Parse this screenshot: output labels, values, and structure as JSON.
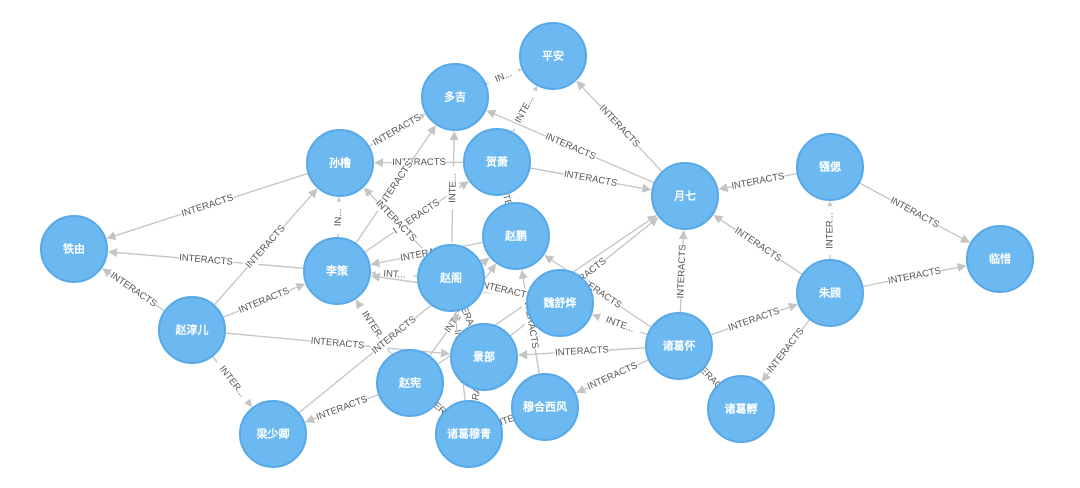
{
  "graph": {
    "node_color": "#6cb9f2",
    "edge_color": "#c4c4c4",
    "nodes": [
      {
        "id": "pingan",
        "label": "平安"
      },
      {
        "id": "duoji",
        "label": "多吉"
      },
      {
        "id": "sunlu",
        "label": "孙橹"
      },
      {
        "id": "hexiao",
        "label": "贺萧"
      },
      {
        "id": "yueqi",
        "label": "月七"
      },
      {
        "id": "qiangji",
        "label": "镪偲"
      },
      {
        "id": "linxi",
        "label": "临惜"
      },
      {
        "id": "tieyou",
        "label": "铁由"
      },
      {
        "id": "zhaopeng",
        "label": "赵鹏"
      },
      {
        "id": "lice",
        "label": "李策"
      },
      {
        "id": "zhaoge",
        "label": "赵阁"
      },
      {
        "id": "zhuyuan",
        "label": "朱顾"
      },
      {
        "id": "weishuye",
        "label": "魏舒烨"
      },
      {
        "id": "zhaoyuer",
        "label": "赵淳儿"
      },
      {
        "id": "jingdu",
        "label": "景部"
      },
      {
        "id": "zhugehuai",
        "label": "诸葛怀"
      },
      {
        "id": "zhaoxian",
        "label": "赵宪"
      },
      {
        "id": "muhexifeng",
        "label": "穆合西风"
      },
      {
        "id": "zhugefu",
        "label": "诸葛孵"
      },
      {
        "id": "liangshaoqing",
        "label": "梁少卿"
      },
      {
        "id": "zhugemuqing",
        "label": "诸葛穆青"
      }
    ],
    "edges": [
      {
        "from": "duoji",
        "to": "pingan",
        "label": "IN..."
      },
      {
        "from": "hexiao",
        "to": "pingan",
        "label": "INTE..."
      },
      {
        "from": "yueqi",
        "to": "pingan",
        "label": "INTERACTS"
      },
      {
        "from": "yueqi",
        "to": "duoji",
        "label": "INTERACTS"
      },
      {
        "from": "sunlu",
        "to": "duoji",
        "label": "INTERACTS"
      },
      {
        "from": "hexiao",
        "to": "sunlu",
        "label": "INTERACTS"
      },
      {
        "from": "hexiao",
        "to": "yueqi",
        "label": "INTERACTS"
      },
      {
        "from": "qiangji",
        "to": "yueqi",
        "label": "INTERACTS"
      },
      {
        "from": "qiangji",
        "to": "linxi",
        "label": "INTERACTS"
      },
      {
        "from": "zhuyuan",
        "to": "qiangji",
        "label": "INTER..."
      },
      {
        "from": "zhuyuan",
        "to": "linxi",
        "label": "INTERACTS"
      },
      {
        "from": "zhuyuan",
        "to": "yueqi",
        "label": "INTERACTS"
      },
      {
        "from": "sunlu",
        "to": "tieyou",
        "label": "INTERACTS"
      },
      {
        "from": "lice",
        "to": "tieyou",
        "label": "INTERACTS"
      },
      {
        "from": "zhaoyuer",
        "to": "tieyou",
        "label": "INTERACTS"
      },
      {
        "from": "zhaoyuer",
        "to": "sunlu",
        "label": "INTERACTS"
      },
      {
        "from": "zhaoyuer",
        "to": "lice",
        "label": "INTERACTS"
      },
      {
        "from": "zhaoyuer",
        "to": "liangshaoqing",
        "label": "INTER..."
      },
      {
        "from": "zhaoyuer",
        "to": "jingdu",
        "label": "INTERACTS"
      },
      {
        "from": "lice",
        "to": "sunlu",
        "label": "IN..."
      },
      {
        "from": "lice",
        "to": "duoji",
        "label": "INTERACTS"
      },
      {
        "from": "lice",
        "to": "hexiao",
        "label": "INTERACTS"
      },
      {
        "from": "zhaoge",
        "to": "lice",
        "label": "INT..."
      },
      {
        "from": "zhaoge",
        "to": "sunlu",
        "label": "INTERACTS"
      },
      {
        "from": "zhaoge",
        "to": "duoji",
        "label": "INTE..."
      },
      {
        "from": "weishuye",
        "to": "lice",
        "label": "INTERACTS"
      },
      {
        "from": "zhugehuai",
        "to": "zhaopeng",
        "label": "INTERACTS"
      },
      {
        "from": "zhugehuai",
        "to": "yueqi",
        "label": "INTERACTS"
      },
      {
        "from": "zhugehuai",
        "to": "zhuyuan",
        "label": "INTERACTS"
      },
      {
        "from": "zhugehuai",
        "to": "zhugefu",
        "label": "INTERACTS"
      },
      {
        "from": "zhugehuai",
        "to": "weishuye",
        "label": "INTE..."
      },
      {
        "from": "zhugehuai",
        "to": "jingdu",
        "label": "INTERACTS"
      },
      {
        "from": "zhugehuai",
        "to": "muhexifeng",
        "label": "INTERACTS"
      },
      {
        "from": "zhuyuan",
        "to": "zhugefu",
        "label": "INTERACTS"
      },
      {
        "from": "zhaopeng",
        "to": "hexiao",
        "label": "INTE..."
      },
      {
        "from": "zhaopeng",
        "to": "lice",
        "label": "INTERACTS"
      },
      {
        "from": "zhaoxian",
        "to": "yueqi",
        "label": "INTERACTS"
      },
      {
        "from": "zhaoxian",
        "to": "zhaopeng",
        "label": "INTERACTS"
      },
      {
        "from": "zhaoxian",
        "to": "lice",
        "label": "INTER..."
      },
      {
        "from": "zhaoxian",
        "to": "liangshaoqing",
        "label": "INTERACTS"
      },
      {
        "from": "zhaoxian",
        "to": "zhugemuqing",
        "label": "INTERA..."
      },
      {
        "from": "jingdu",
        "to": "yueqi",
        "label": "INTERACTS"
      },
      {
        "from": "jingdu",
        "to": "zhaoge",
        "label": "INTERACTS"
      },
      {
        "from": "jingdu",
        "to": "zhugemuqing",
        "label": "INTERACTS"
      },
      {
        "from": "muhexifeng",
        "to": "zhaopeng",
        "label": "INTERACTS"
      },
      {
        "from": "muhexifeng",
        "to": "zhugemuqing",
        "label": "INTE..."
      },
      {
        "from": "liangshaoqing",
        "to": "zhaopeng",
        "label": "INTERACTS"
      },
      {
        "from": "weishuye",
        "to": "zhaoge",
        "label": "INTERACTS"
      },
      {
        "from": "zhugemuqing",
        "to": "zhaoge",
        "label": "INTERACTS"
      }
    ]
  }
}
